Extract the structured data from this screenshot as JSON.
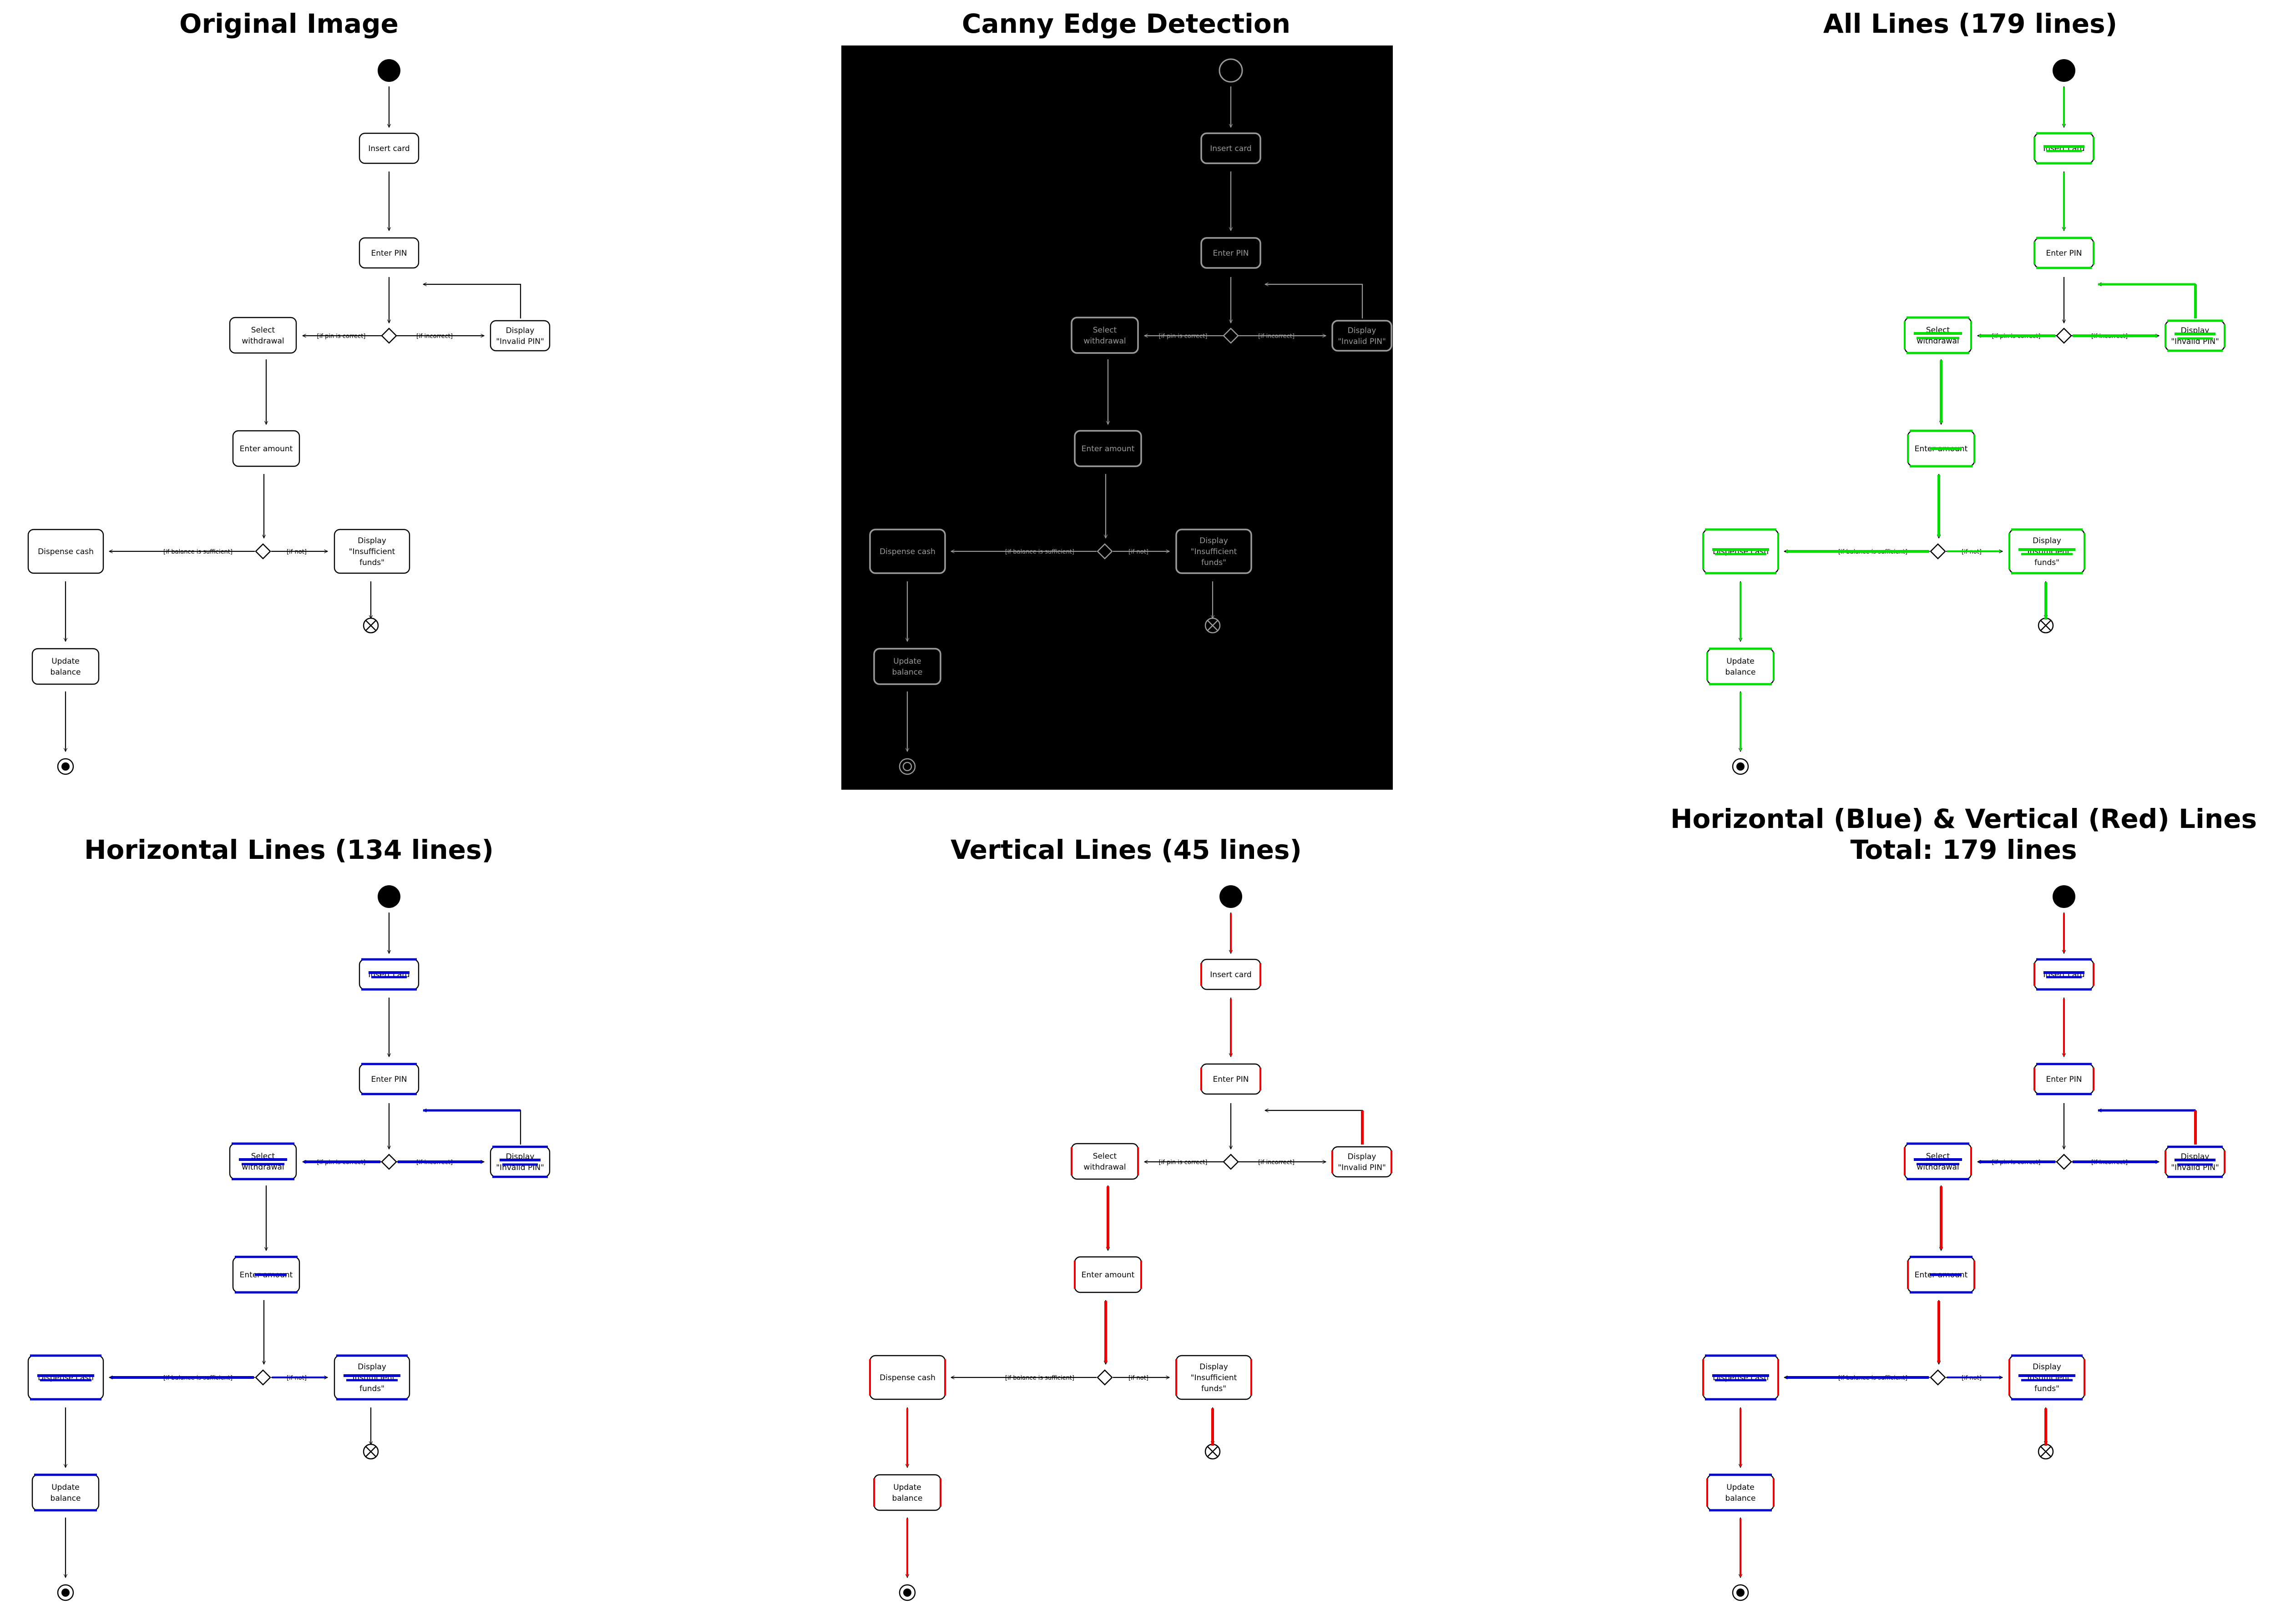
{
  "panels": {
    "original": {
      "title": "Original Image"
    },
    "canny": {
      "title": "Canny Edge Detection"
    },
    "all": {
      "title": "All Lines (179 lines)"
    },
    "horizontal": {
      "title": "Horizontal Lines (134 lines)"
    },
    "vertical": {
      "title": "Vertical Lines (45 lines)"
    },
    "combined": {
      "title_line1": "Horizontal (Blue) & Vertical (Red) Lines",
      "title_line2": "Total: 179 lines"
    }
  },
  "diagram": {
    "nodes": {
      "insert_card": [
        "Insert card"
      ],
      "enter_pin": [
        "Enter PIN"
      ],
      "select_withdrawal": [
        "Select",
        "withdrawal"
      ],
      "invalid_pin": [
        "Display",
        "\"Invalid PIN\""
      ],
      "enter_amount": [
        "Enter amount"
      ],
      "dispense_cash": [
        "Dispense cash"
      ],
      "insufficient_funds": [
        "Display",
        "\"Insufficient",
        "funds\""
      ],
      "update_balance": [
        "Update",
        "balance"
      ]
    },
    "guards": {
      "pin_correct": "[if pin is correct]",
      "incorrect": "[if incorrect]",
      "balance_sufficient": "[if balance is sufficient]",
      "not": "[if not]"
    }
  },
  "colors": {
    "diagram_line": "#000000",
    "canny_background": "#000000",
    "canny_edge": "#9a9a9a",
    "all_lines": "#00dd00",
    "horizontal_lines": "#0000cc",
    "vertical_lines": "#ee0000"
  }
}
